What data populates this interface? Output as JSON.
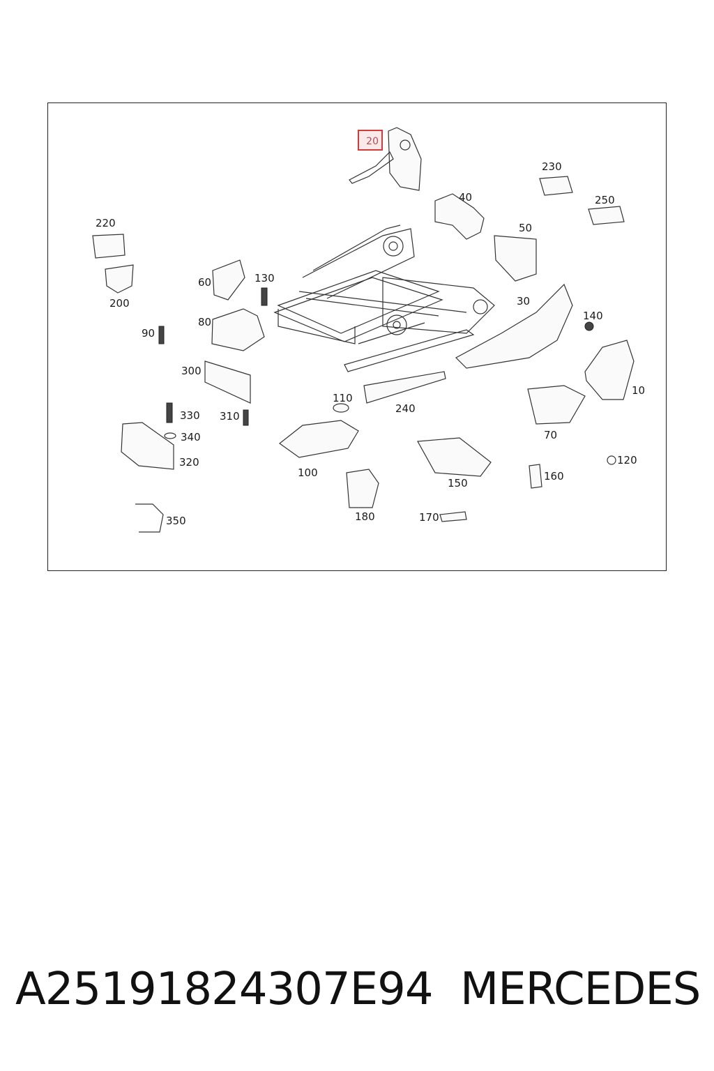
{
  "diagram": {
    "highlighted_part": "20",
    "parts": [
      "220",
      "200",
      "60",
      "130",
      "80",
      "90",
      "300",
      "330",
      "340",
      "310",
      "320",
      "350",
      "110",
      "100",
      "180",
      "170",
      "240",
      "150",
      "160",
      "120",
      "70",
      "10",
      "140",
      "30",
      "50",
      "40",
      "230",
      "250"
    ]
  },
  "footer": {
    "part_number": "A25191824307E94",
    "brand": "MERCEDES"
  }
}
